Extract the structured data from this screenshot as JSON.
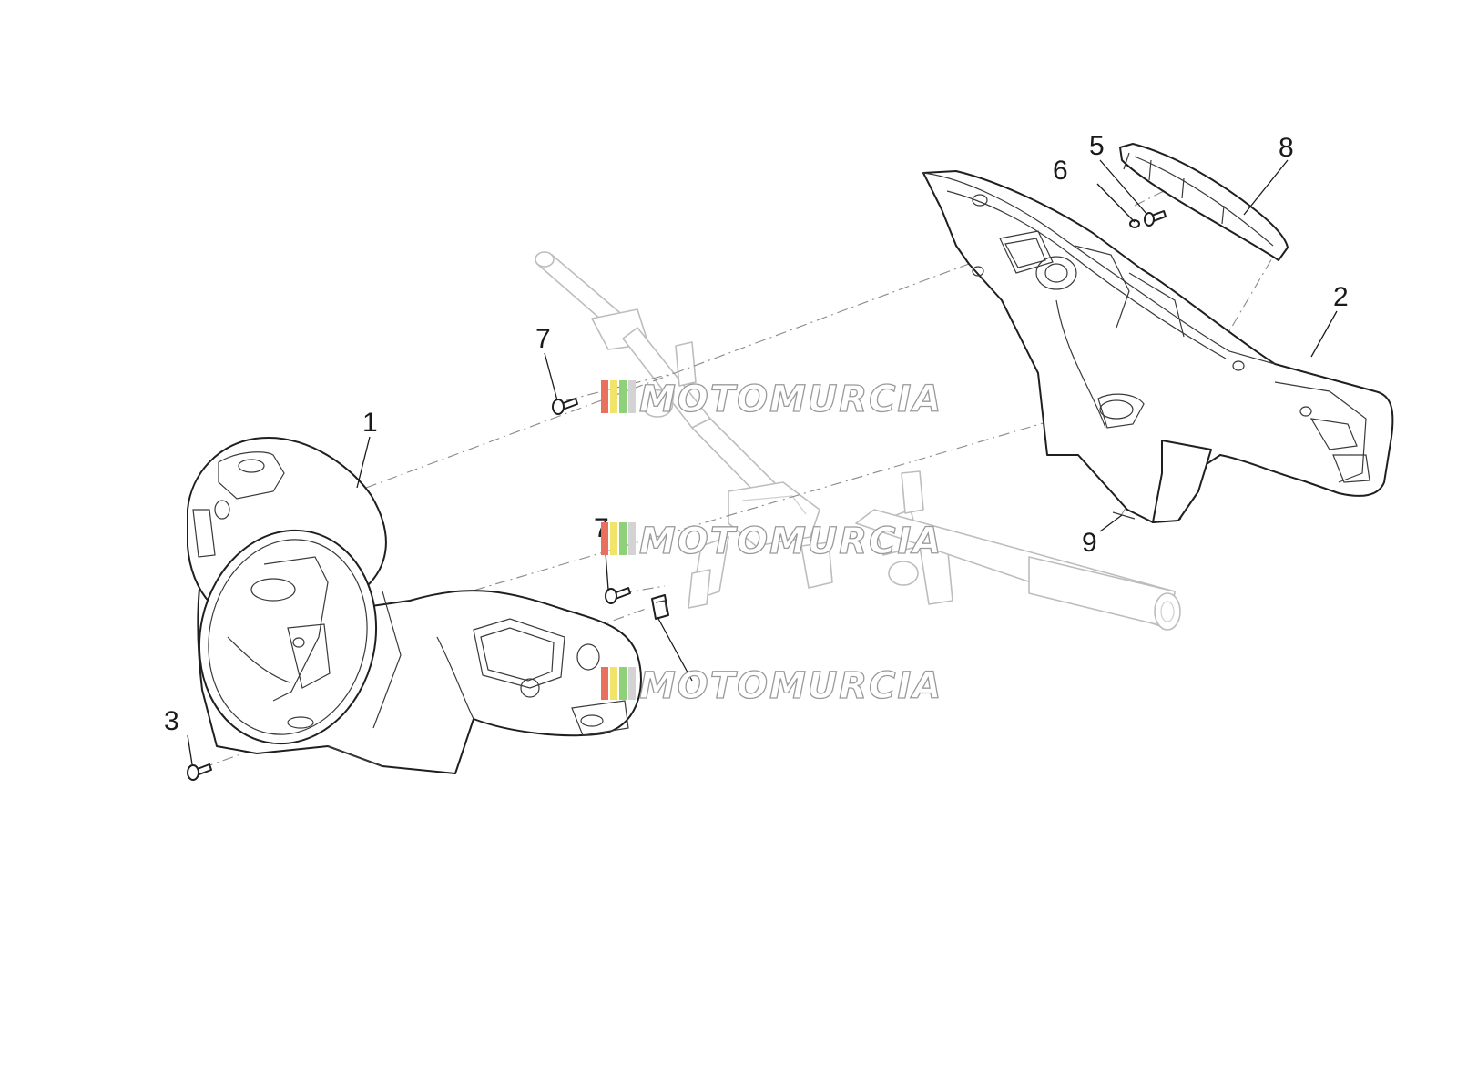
{
  "diagram": {
    "callouts": [
      {
        "id": "1",
        "text": "1"
      },
      {
        "id": "2",
        "text": "2"
      },
      {
        "id": "3",
        "text": "3"
      },
      {
        "id": "5",
        "text": "5"
      },
      {
        "id": "6",
        "text": "6"
      },
      {
        "id": "7a",
        "text": "7"
      },
      {
        "id": "7b",
        "text": "7"
      },
      {
        "id": "8",
        "text": "8"
      },
      {
        "id": "9",
        "text": "9"
      }
    ]
  },
  "watermark": {
    "text": "MOTOMURCIA",
    "stripe_colors": [
      "#e8705e",
      "#f2e36b",
      "#8fd17a",
      "#d3d3d3"
    ]
  },
  "colors": {
    "line": "#1f1f1f",
    "ghost_line": "#bdbdbd",
    "background": "#ffffff"
  }
}
